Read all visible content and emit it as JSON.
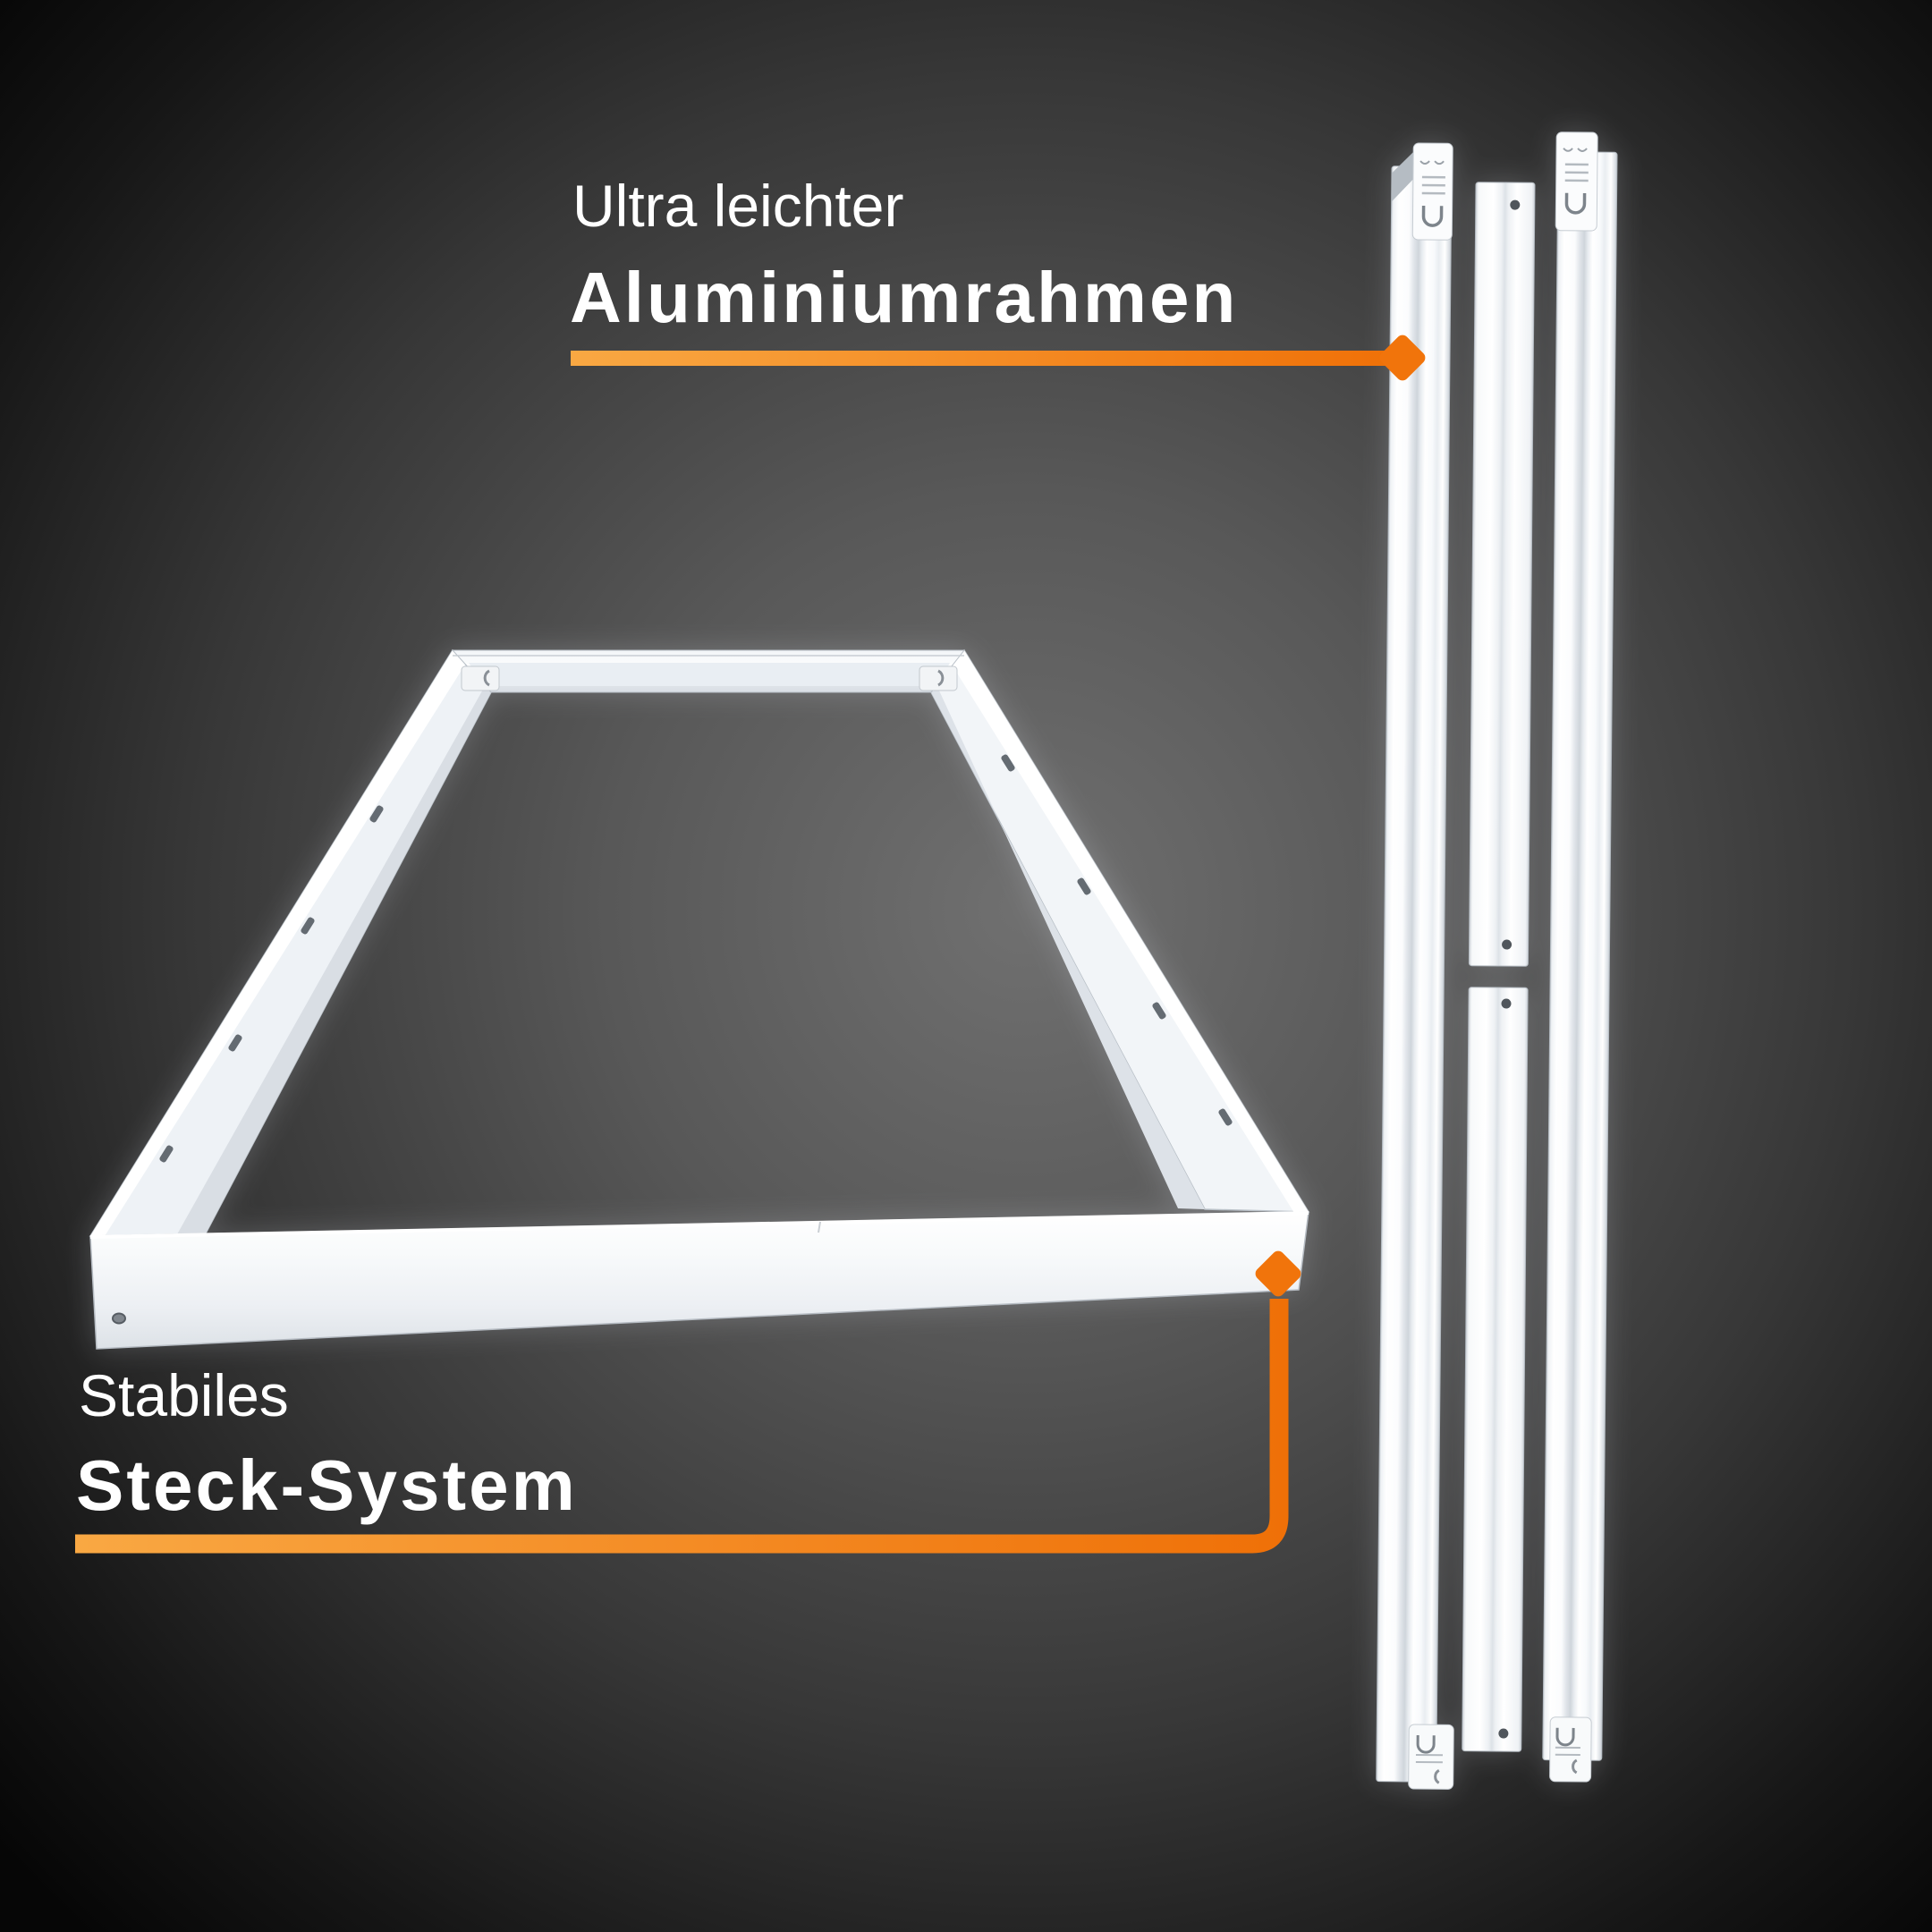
{
  "callouts": {
    "top": {
      "line1": "Ultra leichter",
      "line2": "Aluminiumrahmen"
    },
    "bottom": {
      "line1": "Stabiles",
      "line2": "Steck-System"
    }
  },
  "colors": {
    "accent_orange": "#F1740B",
    "accent_orange_light": "#F9A843",
    "text": "#FFFFFF",
    "background_center": "#707070",
    "background_edge": "#060606",
    "aluminium_white": "#F4F7FA"
  },
  "icons": {
    "top_marker": "diamond-icon",
    "bottom_marker": "diamond-icon"
  },
  "scene": {
    "left_object": "assembled aluminium mounting frame",
    "right_object": "three aluminium profile rails"
  }
}
